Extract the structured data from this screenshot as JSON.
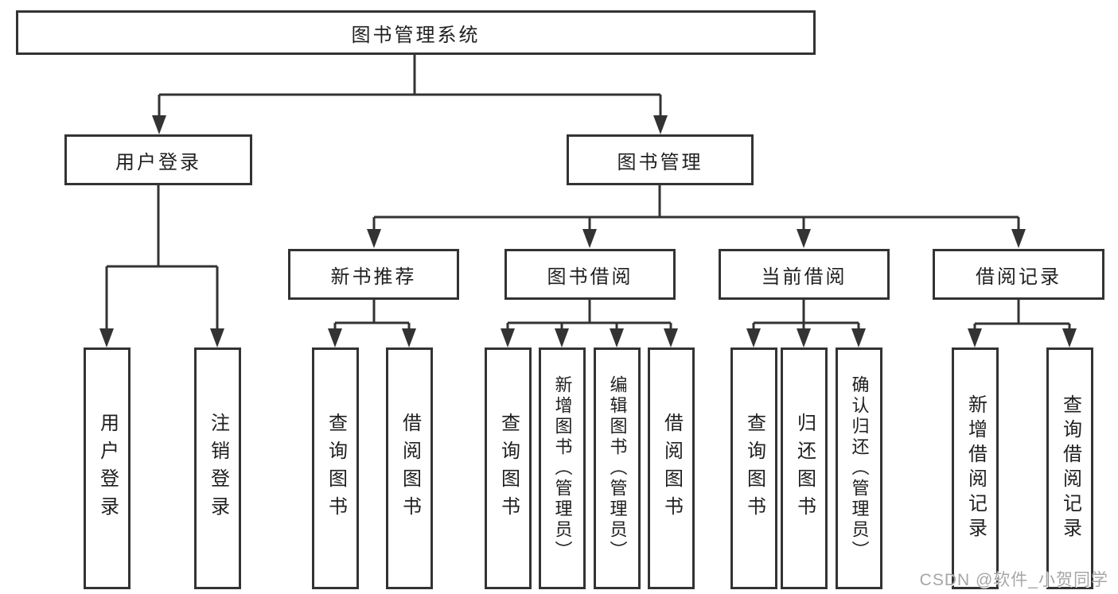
{
  "diagram": {
    "root": "图书管理系统",
    "level1": {
      "user_login": "用户登录",
      "book_mgmt": "图书管理"
    },
    "level2": {
      "new_books": "新书推荐",
      "borrow": "图书借阅",
      "current": "当前借阅",
      "records": "借阅记录"
    },
    "leaves": {
      "user_login": [
        "用户登录",
        "注销登录"
      ],
      "new_books": [
        "查询图书",
        "借阅图书"
      ],
      "borrow": [
        "查询图书",
        "新增图书（管理员）",
        "编辑图书（管理员）",
        "借阅图书"
      ],
      "current": [
        "查询图书",
        "归还图书",
        "确认归还（管理员）"
      ],
      "records": [
        "新增借阅记录",
        "查询借阅记录"
      ]
    }
  },
  "watermark": "CSDN @软件_小贺同学",
  "colors": {
    "line": "#333333",
    "text": "#1f1f1f",
    "background": "#ffffff",
    "watermark": "#a6a6a6"
  }
}
